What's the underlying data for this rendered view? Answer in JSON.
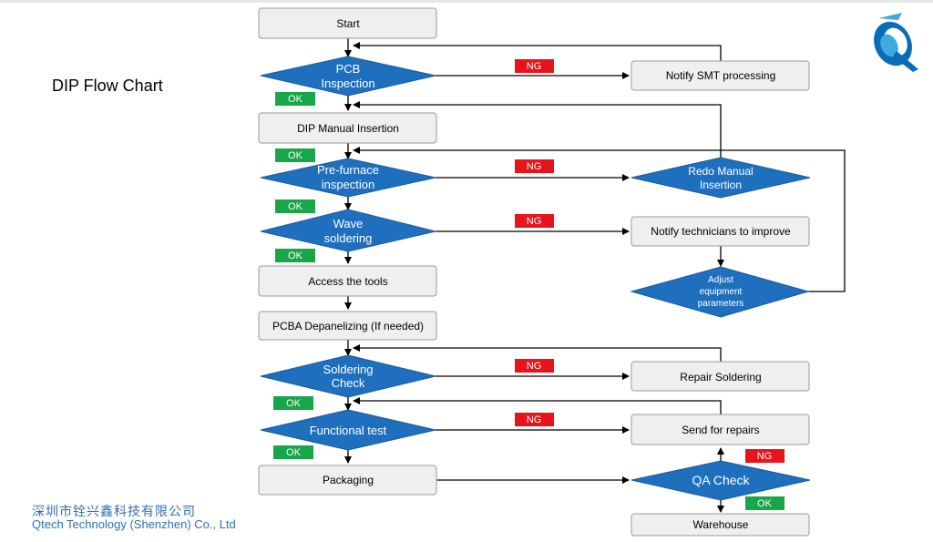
{
  "title": "DIP Flow Chart",
  "company": {
    "name_cn": "深圳市铨兴鑫科技有限公司",
    "name_en": "Qtech Technology (Shenzhen) Co., Ltd"
  },
  "logo": {
    "icon": "qtech-logo-icon",
    "colors": [
      "#0a6bb8",
      "#3fa9e0"
    ]
  },
  "colors": {
    "box_fill": "#efefef",
    "box_stroke": "#9a9a9a",
    "diamond_fill": "#1f6fbf",
    "ok_badge": "#19a64b",
    "ng_badge": "#e8141b"
  },
  "nodes": {
    "start": "Start",
    "pcb_inspection": [
      "PCB",
      "Inspection"
    ],
    "notify_smt": "Notify SMT processing",
    "dip_manual_insertion": "DIP Manual Insertion",
    "pre_furnace": [
      "Pre-furnace",
      "inspection"
    ],
    "redo_manual": [
      "Redo Manual",
      "Insertion"
    ],
    "wave_soldering": [
      "Wave",
      "soldering"
    ],
    "notify_technicians": "Notify technicians to improve",
    "access_tools": "Access the tools",
    "adjust_equipment": [
      "Adjust",
      "equipment",
      "parameters"
    ],
    "pcba_depanelizing": "PCBA Depanelizing (If needed)",
    "soldering_check": [
      "Soldering",
      "Check"
    ],
    "repair_soldering": "Repair Soldering",
    "functional_test": "Functional test",
    "send_repairs": "Send for repairs",
    "packaging": "Packaging",
    "qa_check": "QA Check",
    "warehouse": "Warehouse"
  },
  "badges": {
    "ok": "OK",
    "ng": "NG"
  }
}
